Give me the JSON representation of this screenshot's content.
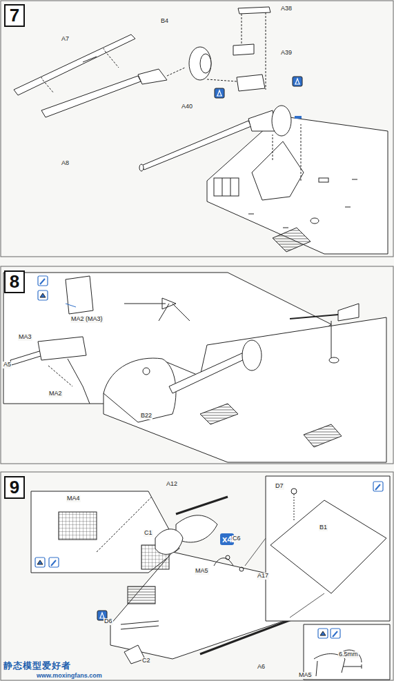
{
  "diagram": {
    "nodes": [
      {
        "text": [
          "7"
        ]
      },
      {
        "text": [
          "8"
        ]
      },
      {
        "text": [
          "9"
        ]
      },
      {
        "text": [
          "x4"
        ]
      }
    ],
    "edges": [],
    "labels": [
      "A38",
      "A39",
      "B4",
      "A7",
      "A40",
      "A8",
      "MA2 (MA3)",
      "MA3",
      "A5",
      "MA2",
      "B22",
      "A12",
      "MA4",
      "D7",
      "C1",
      "C6",
      "MA5",
      "A17",
      "B1",
      "D6",
      "C2",
      "A6",
      "6.5mm",
      "MA5",
      "静态模型爱好者",
      "www.moxingfans.com"
    ]
  }
}
